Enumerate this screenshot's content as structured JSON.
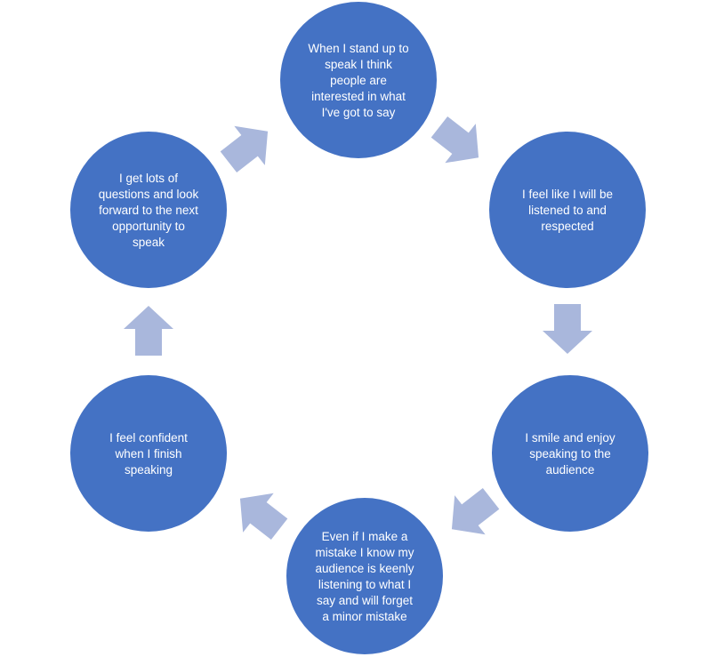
{
  "diagram": {
    "type": "cycle",
    "colors": {
      "node_fill": "#4472C4",
      "arrow_fill": "#A9B7DC",
      "text": "#ffffff",
      "background": "#ffffff"
    },
    "nodes": [
      {
        "id": "n1",
        "lines": [
          "When I stand up to",
          "speak I think",
          "people are",
          "interested in what",
          "I've got to say"
        ]
      },
      {
        "id": "n2",
        "lines": [
          "I feel like I will be",
          "listened to and",
          "respected"
        ]
      },
      {
        "id": "n3",
        "lines": [
          "I smile and enjoy",
          "speaking to the",
          "audience"
        ]
      },
      {
        "id": "n4",
        "lines": [
          "Even if I make a",
          "mistake I know my",
          "audience is keenly",
          "listening to what I",
          "say and will forget",
          "a minor mistake"
        ]
      },
      {
        "id": "n5",
        "lines": [
          "I feel confident",
          "when I finish",
          "speaking"
        ]
      },
      {
        "id": "n6",
        "lines": [
          "I get lots of",
          "questions and look",
          "forward to the next",
          "opportunity to",
          "speak"
        ]
      }
    ],
    "arrows": [
      {
        "from": "n1",
        "to": "n2",
        "icon": "arrow-icon"
      },
      {
        "from": "n2",
        "to": "n3",
        "icon": "arrow-icon"
      },
      {
        "from": "n3",
        "to": "n4",
        "icon": "arrow-icon"
      },
      {
        "from": "n4",
        "to": "n5",
        "icon": "arrow-icon"
      },
      {
        "from": "n5",
        "to": "n6",
        "icon": "arrow-icon"
      },
      {
        "from": "n6",
        "to": "n1",
        "icon": "arrow-icon"
      }
    ]
  }
}
